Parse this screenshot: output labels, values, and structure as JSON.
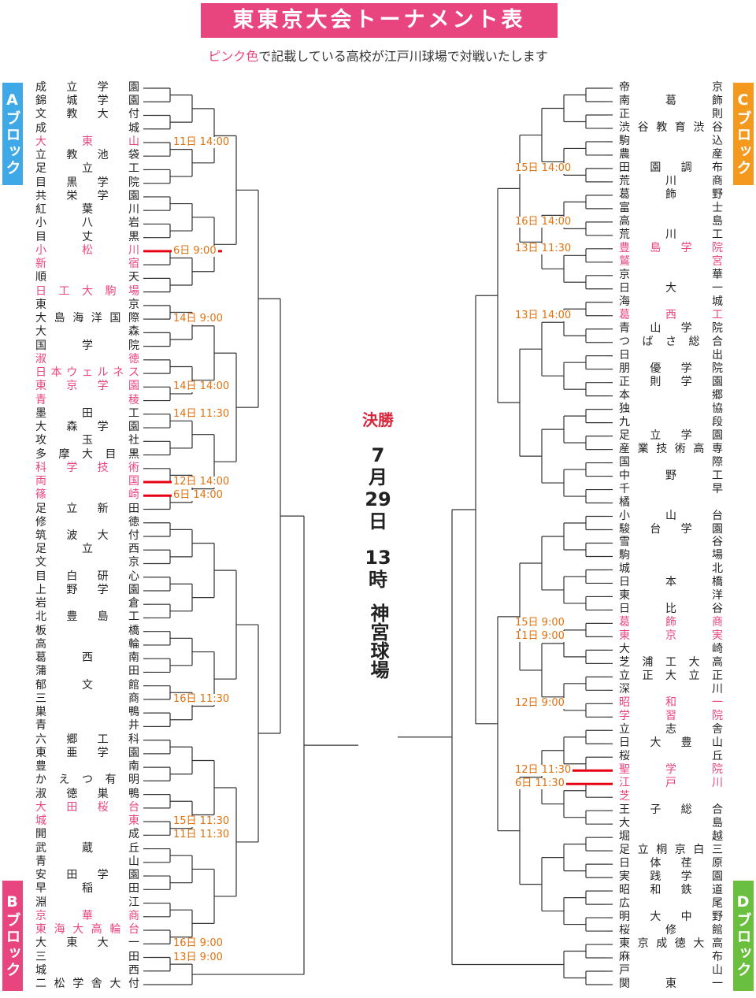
{
  "title": "東東京大会トーナメント表",
  "subtitle_pink": "ピンク色",
  "subtitle_rest": "で記載している高校が江戸川球場で対戦いたします",
  "blocks": {
    "a": "Aブロック",
    "b": "Bブロック",
    "c": "Cブロック",
    "d": "Dブロック"
  },
  "final": {
    "label": "決勝",
    "month": "7",
    "mon_unit": "月",
    "day": "29",
    "day_unit": "日",
    "hour": "13",
    "hour_unit": "時",
    "venue": "神宮球場"
  },
  "colors": {
    "pink": "#e8457f",
    "orange": "#e0720f",
    "red": "#e60012",
    "line": "#333333"
  },
  "left_teams": [
    {
      "n": "成立学園"
    },
    {
      "n": "錦城学園"
    },
    {
      "n": "文教大付"
    },
    {
      "n": "成城"
    },
    {
      "n": "大東山",
      "p": true
    },
    {
      "n": "立教池袋"
    },
    {
      "n": "足立工"
    },
    {
      "n": "目黒学院"
    },
    {
      "n": "共栄学園"
    },
    {
      "n": "紅葉川"
    },
    {
      "n": "小八岩"
    },
    {
      "n": "目丈黒"
    },
    {
      "n": "小松川",
      "p": true
    },
    {
      "n": "新宿",
      "p": true
    },
    {
      "n": "順天"
    },
    {
      "n": "日工大駒場",
      "p": true
    },
    {
      "n": "東京"
    },
    {
      "n": "大島海洋国際"
    },
    {
      "n": "大森"
    },
    {
      "n": "国学院"
    },
    {
      "n": "淑徳",
      "p": true
    },
    {
      "n": "日本ウェルネス",
      "p": true
    },
    {
      "n": "東京学園",
      "p": true
    },
    {
      "n": "青稜",
      "p": true
    },
    {
      "n": "墨田工"
    },
    {
      "n": "大森学園"
    },
    {
      "n": "攻玉社"
    },
    {
      "n": "多摩大目黒"
    },
    {
      "n": "科学技術",
      "p": true
    },
    {
      "n": "両国",
      "p": true
    },
    {
      "n": "篠崎",
      "p": true
    },
    {
      "n": "足立新田"
    },
    {
      "n": "修徳"
    },
    {
      "n": "筑波大付"
    },
    {
      "n": "足立西"
    },
    {
      "n": "文京"
    },
    {
      "n": "目白研心"
    },
    {
      "n": "上野学園"
    },
    {
      "n": "岩倉"
    },
    {
      "n": "北豊島工"
    },
    {
      "n": "板橋"
    },
    {
      "n": "高輪"
    },
    {
      "n": "葛西南"
    },
    {
      "n": "蒲田"
    },
    {
      "n": "郁文館"
    },
    {
      "n": "三商"
    },
    {
      "n": "巣鴨"
    },
    {
      "n": "青井"
    },
    {
      "n": "六郷工科"
    },
    {
      "n": "東亜学園"
    },
    {
      "n": "豊南"
    },
    {
      "n": "かえつ有明"
    },
    {
      "n": "淑徳巣鴨"
    },
    {
      "n": "大田桜台",
      "p": true
    },
    {
      "n": "城東",
      "p": true
    },
    {
      "n": "開成"
    },
    {
      "n": "武蔵丘"
    },
    {
      "n": "青山"
    },
    {
      "n": "安田学園"
    },
    {
      "n": "早稲田"
    },
    {
      "n": "淵江"
    },
    {
      "n": "京華商",
      "p": true
    },
    {
      "n": "東海大高輪台",
      "p": true
    },
    {
      "n": "大東大一"
    },
    {
      "n": "三田"
    },
    {
      "n": "城西"
    },
    {
      "n": "二松学舎大付"
    }
  ],
  "right_teams": [
    {
      "n": "帝京"
    },
    {
      "n": "南葛飾"
    },
    {
      "n": "正則"
    },
    {
      "n": "渋谷教育渋谷"
    },
    {
      "n": "駒込"
    },
    {
      "n": "農産"
    },
    {
      "n": "田園調布"
    },
    {
      "n": "荒川商"
    },
    {
      "n": "葛飾野"
    },
    {
      "n": "富士"
    },
    {
      "n": "高島"
    },
    {
      "n": "荒川工"
    },
    {
      "n": "豊島学院",
      "p": true
    },
    {
      "n": "鷲宮",
      "p": true
    },
    {
      "n": "京華"
    },
    {
      "n": "日大一"
    },
    {
      "n": "海城"
    },
    {
      "n": "葛西工",
      "p": true
    },
    {
      "n": "青山学院"
    },
    {
      "n": "つばさ総合"
    },
    {
      "n": "日出"
    },
    {
      "n": "朋優学院"
    },
    {
      "n": "正則学園"
    },
    {
      "n": "本郷"
    },
    {
      "n": "独協"
    },
    {
      "n": "九段"
    },
    {
      "n": "足立学園"
    },
    {
      "n": "産業技術高専"
    },
    {
      "n": "国際"
    },
    {
      "n": "中野工"
    },
    {
      "n": "千早"
    },
    {
      "n": "橘"
    },
    {
      "n": "小山台"
    },
    {
      "n": "駿台学園"
    },
    {
      "n": "雪谷"
    },
    {
      "n": "駒場"
    },
    {
      "n": "城北"
    },
    {
      "n": "日本橋"
    },
    {
      "n": "東洋"
    },
    {
      "n": "日比谷"
    },
    {
      "n": "葛飾商",
      "p": true
    },
    {
      "n": "東京実",
      "p": true
    },
    {
      "n": "大崎"
    },
    {
      "n": "芝浦工大高"
    },
    {
      "n": "立正大立正"
    },
    {
      "n": "深川"
    },
    {
      "n": "昭和一",
      "p": true
    },
    {
      "n": "学習院",
      "p": true
    },
    {
      "n": "立志舎"
    },
    {
      "n": "日大豊山"
    },
    {
      "n": "桜丘"
    },
    {
      "n": "聖学院",
      "p": true
    },
    {
      "n": "江戸川",
      "p": true
    },
    {
      "n": "芝",
      "p": true
    },
    {
      "n": "王子総合"
    },
    {
      "n": "大島"
    },
    {
      "n": "堀越"
    },
    {
      "n": "足立桐京白三"
    },
    {
      "n": "日体荏原"
    },
    {
      "n": "実践学園"
    },
    {
      "n": "昭和鉄道"
    },
    {
      "n": "広尾"
    },
    {
      "n": "明大中野"
    },
    {
      "n": "桜修館"
    },
    {
      "n": "東京成徳大高"
    },
    {
      "n": "麻布"
    },
    {
      "n": "戸山"
    },
    {
      "n": "関東一"
    }
  ],
  "times": [
    {
      "t": "11日 14:00",
      "side": "l",
      "row": 4
    },
    {
      "t": "6日 9:00",
      "side": "l",
      "row": 12
    },
    {
      "t": "14日 9:00",
      "side": "l",
      "row": 17
    },
    {
      "t": "14日 14:00",
      "side": "l",
      "row": 22
    },
    {
      "t": "14日 11:30",
      "side": "l",
      "row": 24
    },
    {
      "t": "12日 14:00",
      "side": "l",
      "row": 29
    },
    {
      "t": "6日 14:00",
      "side": "l",
      "row": 30
    },
    {
      "t": "16日 11:30",
      "side": "l",
      "row": 45
    },
    {
      "t": "15日 11:30",
      "side": "l",
      "row": 54
    },
    {
      "t": "11日 11:30",
      "side": "l",
      "row": 55
    },
    {
      "t": "16日 9:00",
      "side": "l",
      "row": 63
    },
    {
      "t": "13日 9:00",
      "side": "l",
      "row": 64
    },
    {
      "t": "15日 14:00",
      "side": "r",
      "row": 6
    },
    {
      "t": "16日 14:00",
      "side": "r",
      "row": 10
    },
    {
      "t": "13日 11:30",
      "side": "r",
      "row": 12
    },
    {
      "t": "13日 14:00",
      "side": "r",
      "row": 17
    },
    {
      "t": "15日 9:00",
      "side": "r",
      "row": 40
    },
    {
      "t": "11日 9:00",
      "side": "r",
      "row": 41
    },
    {
      "t": "12日 9:00",
      "side": "r",
      "row": 46
    },
    {
      "t": "12日 11:30",
      "side": "r",
      "row": 51
    },
    {
      "t": "6日 11:30",
      "side": "r",
      "row": 52
    }
  ]
}
